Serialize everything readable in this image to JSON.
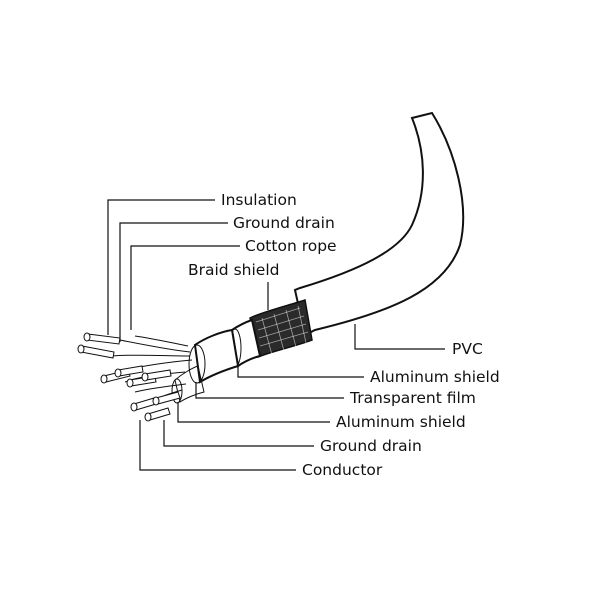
{
  "labels": {
    "insulation": "Insulation",
    "ground_drain_top": "Ground drain",
    "cotton_rope": "Cotton rope",
    "braid_shield": "Braid shield",
    "pvc": "PVC",
    "aluminum_shield_outer": "Aluminum shield",
    "transparent_film": "Transparent film",
    "aluminum_shield_inner": "Aluminum shield",
    "ground_drain_bottom": "Ground drain",
    "conductor": "Conductor"
  }
}
